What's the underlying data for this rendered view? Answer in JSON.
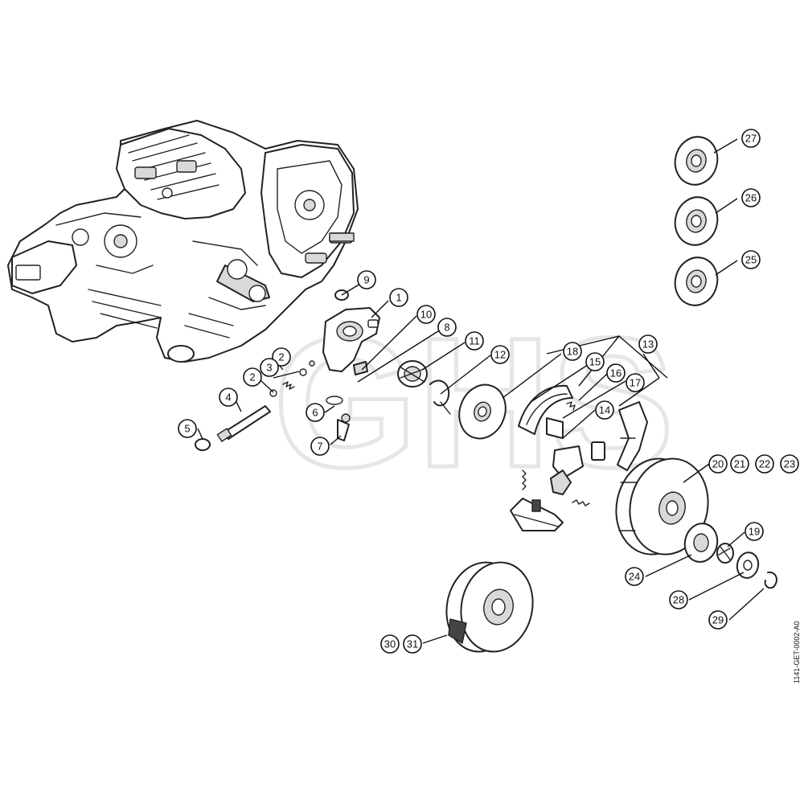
{
  "watermark": "GHS",
  "reference_code": "1141-GET-0002-A0",
  "callouts": [
    "1",
    "2",
    "2",
    "3",
    "4",
    "5",
    "6",
    "7",
    "8",
    "9",
    "10",
    "11",
    "12",
    "13",
    "14",
    "15",
    "16",
    "17",
    "18",
    "19",
    "20",
    "21",
    "22",
    "23",
    "24",
    "25",
    "26",
    "27",
    "28",
    "29",
    "30",
    "31"
  ]
}
